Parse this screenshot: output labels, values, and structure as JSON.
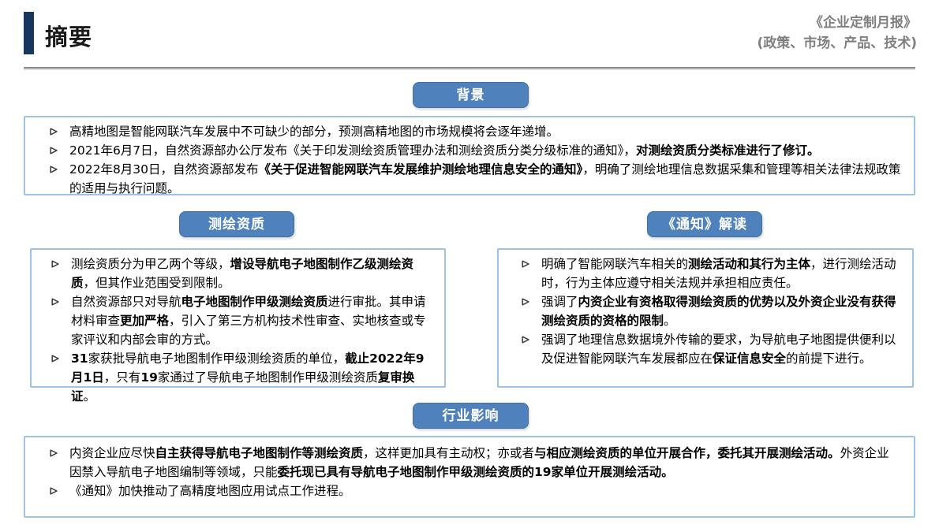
{
  "header": {
    "title": "摘要",
    "subtitle_line1": "《企业定制月报》",
    "subtitle_line2": "(政策、市场、产品、技术)"
  },
  "colors": {
    "accent_navy": "#17375e",
    "badge_blue": "#4f81bd",
    "badge_border": "#41719c",
    "box_border": "#9dc3e6",
    "subtitle_gray": "#7f7f7f",
    "rule_gray": "#8c8c8c"
  },
  "sections": {
    "background": {
      "label": "背景",
      "bullets": [
        [
          {
            "t": "高精地图是智能网联汽车发展中不可缺少的部分，预测高精地图的市场规模将会逐年递增。",
            "b": false
          }
        ],
        [
          {
            "t": "2021年6月7日，自然资源部办公厅发布《关于印发测绘资质管理办法和测绘资质分类分级标准的通知》，",
            "b": false
          },
          {
            "t": "对测绘资质分类标准进行了修订。",
            "b": true
          }
        ],
        [
          {
            "t": "2022年8月30日，自然资源部发布",
            "b": false
          },
          {
            "t": "《关于促进智能网联汽车发展维护测绘地理信息安全的通知》",
            "b": true
          },
          {
            "t": "，明确了测绘地理信息数据采集和管理等相关法律法规政策的适用与执行问题。",
            "b": false
          }
        ]
      ]
    },
    "qualification": {
      "label": "测绘资质",
      "bullets": [
        [
          {
            "t": "测绘资质分为甲乙两个等级，",
            "b": false
          },
          {
            "t": "增设导航电子地图制作乙级测绘资质",
            "b": true
          },
          {
            "t": "，但其作业范围受到限制。",
            "b": false
          }
        ],
        [
          {
            "t": "自然资源部只对导航",
            "b": false
          },
          {
            "t": "电子地图制作甲级测绘资质",
            "b": true
          },
          {
            "t": "进行审批。其申请材料审查",
            "b": false
          },
          {
            "t": "更加严格",
            "b": true
          },
          {
            "t": "，引入了第三方机构技术性审查、实地核查或专家评议和内部会审的方式。",
            "b": false
          }
        ],
        [
          {
            "t": "31",
            "b": true
          },
          {
            "t": "家获批导航电子地图制作甲级测绘资质的单位，",
            "b": false
          },
          {
            "t": "截止2022年9月1日",
            "b": true
          },
          {
            "t": "，只有",
            "b": false
          },
          {
            "t": "19",
            "b": true
          },
          {
            "t": "家通过了导航电子地图制作甲级测绘资质",
            "b": false
          },
          {
            "t": "复审换证",
            "b": true
          },
          {
            "t": "。",
            "b": false
          }
        ]
      ]
    },
    "interpretation": {
      "label": "《通知》解读",
      "bullets": [
        [
          {
            "t": "明确了智能网联汽车相关的",
            "b": false
          },
          {
            "t": "测绘活动和其行为主体",
            "b": true
          },
          {
            "t": "，进行测绘活动时，行为主体应遵守相关法规并承担相应责任。",
            "b": false
          }
        ],
        [
          {
            "t": "强调了",
            "b": false
          },
          {
            "t": "内资企业有资格取得测绘资质的优势以及外资企业没有获得测绘资质的资格的限制",
            "b": true
          },
          {
            "t": "。",
            "b": false
          }
        ],
        [
          {
            "t": "强调了地理信息数据境外传输的要求，为导航电子地图提供便利以及促进智能网联汽车发展都应在",
            "b": false
          },
          {
            "t": "保证信息安全",
            "b": true
          },
          {
            "t": "的前提下进行。",
            "b": false
          }
        ]
      ]
    },
    "industry": {
      "label": "行业影响",
      "bullets": [
        [
          {
            "t": "内资企业应尽快",
            "b": false
          },
          {
            "t": "自主获得导航电子地图制作等测绘资质",
            "b": true
          },
          {
            "t": "，这样更加具有主动权；亦或者",
            "b": false
          },
          {
            "t": "与相应测绘资质的单位开展合作，委托其开展测绘活动。",
            "b": true
          },
          {
            "t": "外资企业因禁入导航电子地图编制等领域，只能",
            "b": false
          },
          {
            "t": "委托现已具有导航电子地图制作甲级测绘资质的19家单位开展测绘活动。",
            "b": true
          }
        ],
        [
          {
            "t": "《通知》加快推动了高精度地图应用试点工作进程。",
            "b": false
          }
        ]
      ]
    }
  }
}
